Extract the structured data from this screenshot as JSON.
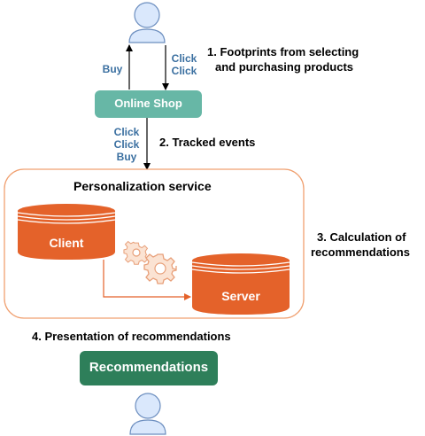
{
  "steps": {
    "step1": "1. Footprints from selecting and purchasing products",
    "step1_line1": "1. Footprints from selecting",
    "step1_line2": "and purchasing products",
    "step2": "2. Tracked events",
    "step3_line1": "3. Calculation of",
    "step3_line2": "recommendations",
    "step4": "4. Presentation of recommendations"
  },
  "arrows": {
    "buy_up": "Buy",
    "click1": "Click",
    "click2": "Click",
    "events": [
      "Click",
      "Click",
      "Buy"
    ]
  },
  "nodes": {
    "online_shop": "Online Shop",
    "personalization_service": "Personalization service",
    "client": "Client",
    "server": "Server",
    "recommendations": "Recommendations"
  },
  "colors": {
    "teal": "#67b7a6",
    "orange": "#e4622a",
    "orange_outline": "#f0a070",
    "dark_green": "#2e7f5a",
    "user_fill": "#dae8fc",
    "user_stroke": "#6c8ebf",
    "gear_fill": "#fbe3d3",
    "gear_stroke": "#e8a07a",
    "label_blue": "#3a6fa0"
  }
}
